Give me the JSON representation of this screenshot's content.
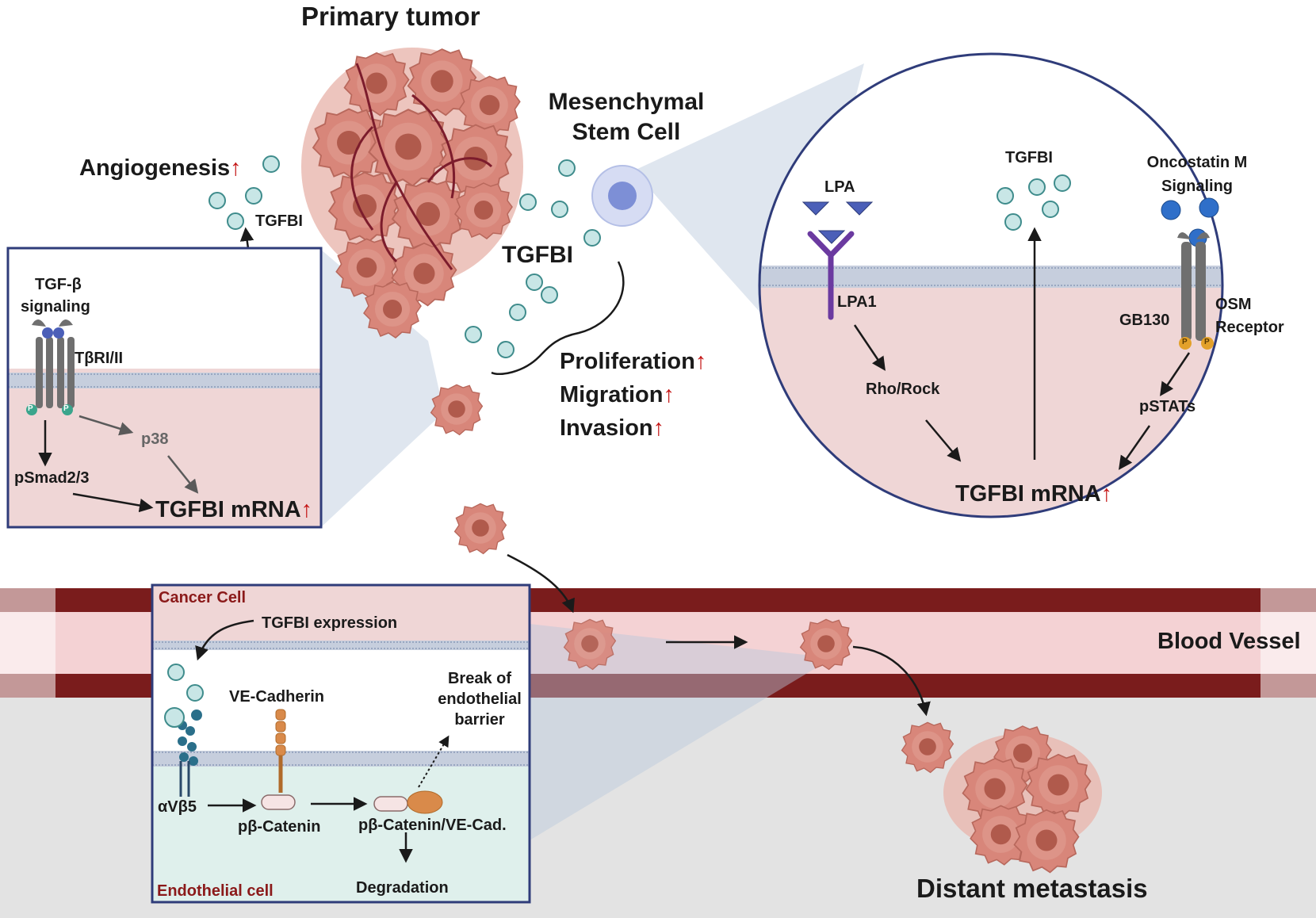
{
  "labels": {
    "primary_tumor": "Primary tumor",
    "angiogenesis": "Angiogenesis",
    "tgfbi_top": "TGFBI",
    "msc_line1": "Mesenchymal",
    "msc_line2": "Stem Cell",
    "tgfbi_mid": "TGFBI",
    "proliferation": "Proliferation",
    "migration": "Migration",
    "invasion": "Invasion",
    "blood_vessel": "Blood Vessel",
    "distant_metastasis": "Distant metastasis"
  },
  "left_inset": {
    "tgf_line1": "TGF-β",
    "tgf_line2": "signaling",
    "receptor": "TβRI/II",
    "p38": "p38",
    "psmad": "pSmad2/3",
    "mrna": "TGFBI mRNA",
    "phospho": "P"
  },
  "circle_inset": {
    "lpa": "LPA",
    "tgfbi": "TGFBI",
    "osm_line1": "Oncostatin M",
    "osm_line2": "Signaling",
    "lpa1": "LPA1",
    "osm_rec_line1": "OSM",
    "osm_rec_line2": "Receptor",
    "gb130": "GB130",
    "rho": "Rho/Rock",
    "pstats": "pSTATs",
    "mrna": "TGFBI mRNA",
    "phospho": "P"
  },
  "bottom_inset": {
    "cancer_cell": "Cancer Cell",
    "expression": "TGFBI expression",
    "vecad": "VE-Cadherin",
    "break_line1": "Break of",
    "break_line2": "endothelial",
    "break_line3": "barrier",
    "integrin": "αVβ5",
    "pbcat": "pβ-Catenin",
    "complex": "pβ-Catenin/VE-Cad.",
    "degradation": "Degradation",
    "endothelial": "Endothelial cell"
  },
  "up_arrow": "↑",
  "colors": {
    "cell_fill": "#d8867a",
    "cell_nucleus": "#b05a4c",
    "tgfbi_dot": "#c8e6e6",
    "tgfbi_dot_stroke": "#3f8c8c",
    "membrane": "#9fb0c8",
    "cytoplasm": "#efd6d6",
    "inset_border": "#2f3c7a",
    "vessel_dark": "#7a1c1c",
    "vessel_light": "#f4d2d4",
    "up_arrow": "#c41414"
  }
}
